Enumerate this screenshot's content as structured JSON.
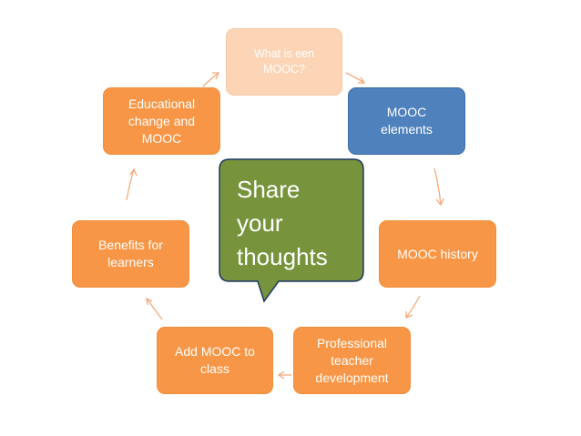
{
  "diagram": {
    "center_text": "Share\nyour\nthoughts",
    "nodes": [
      {
        "id": "what-is-mooc",
        "label": "What is een\nMOOC?"
      },
      {
        "id": "mooc-elements",
        "label": "MOOC\nelements"
      },
      {
        "id": "mooc-history",
        "label": "MOOC history"
      },
      {
        "id": "professional-teacher-development",
        "label": "Professional\nteacher\ndevelopment"
      },
      {
        "id": "add-mooc-to-class",
        "label": "Add MOOC to\nclass"
      },
      {
        "id": "benefits-for-learners",
        "label": "Benefits for\nlearners"
      },
      {
        "id": "educational-change",
        "label": "Educational\nchange and\nMOOC"
      }
    ],
    "colors": {
      "node_orange": "#f79646",
      "node_peach": "#fbd5b5",
      "node_blue": "#4f81bd",
      "callout_green": "#77933c",
      "callout_border": "#1f3864",
      "arrow": "#f4a97a"
    }
  }
}
